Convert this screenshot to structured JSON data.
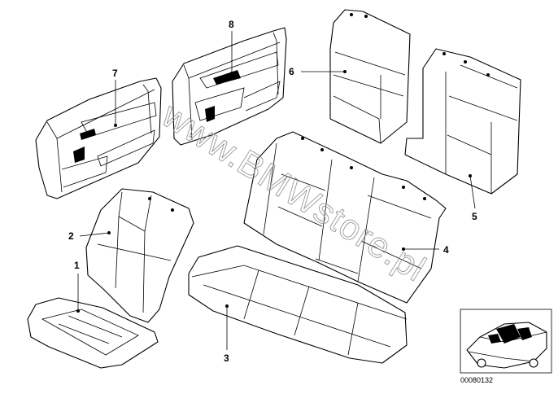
{
  "watermark": "www.BMWstore.pl",
  "reference_code": "00080132",
  "callouts": {
    "c1": "1",
    "c2": "2",
    "c3": "3",
    "c4": "4",
    "c5": "5",
    "c6": "6",
    "c7": "7",
    "c8": "8"
  }
}
